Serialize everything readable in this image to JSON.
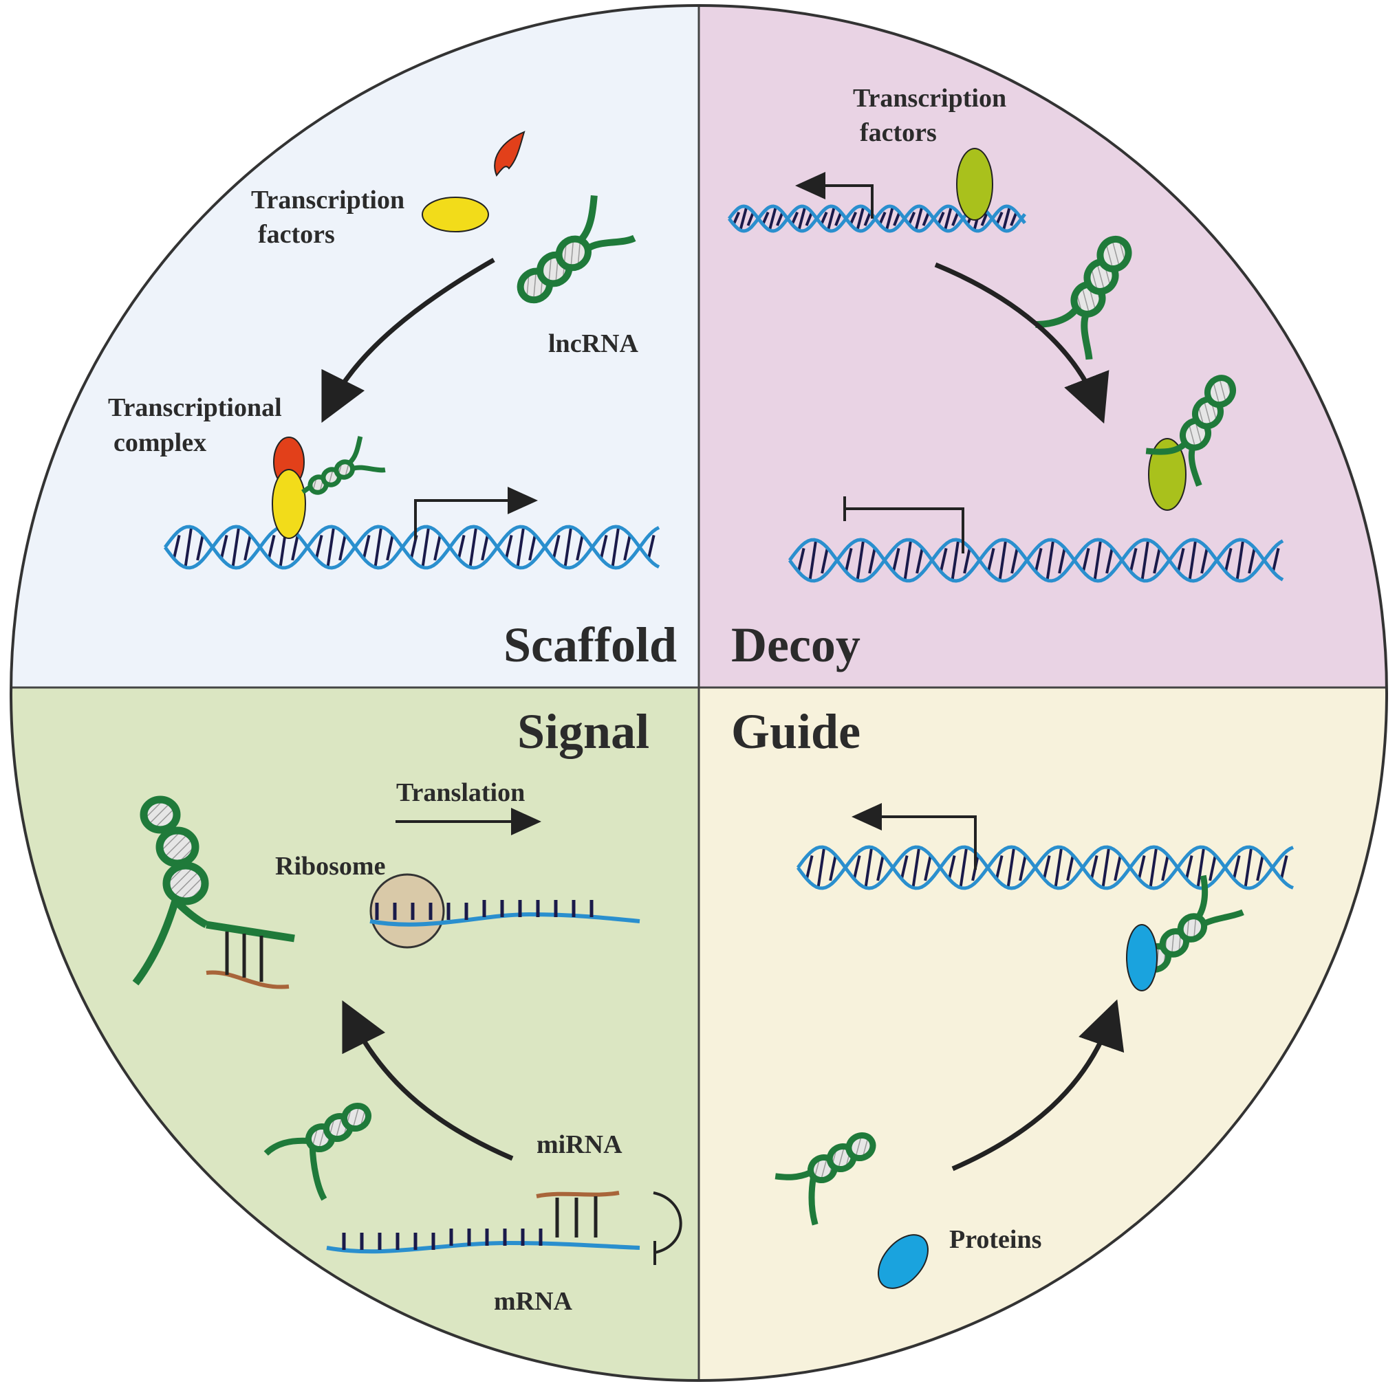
{
  "quadrants": {
    "scaffold": {
      "title": "Scaffold",
      "tf_line1": "Transcription",
      "tf_line2": "factors",
      "lncrna": "lncRNA",
      "complex_line1": "Transcriptional",
      "complex_line2": "complex"
    },
    "decoy": {
      "title": "Decoy",
      "tf_line1": "Transcription",
      "tf_line2": "factors"
    },
    "signal": {
      "title": "Signal",
      "translation": "Translation",
      "ribosome": "Ribosome",
      "mirna": "miRNA",
      "mrna": "mRNA"
    },
    "guide": {
      "title": "Guide",
      "proteins": "Proteins"
    }
  },
  "colors": {
    "scaffold_bg": "#eef3fa",
    "decoy_bg": "#e9d3e4",
    "signal_bg": "#dbe6c2",
    "guide_bg": "#f7f2dc",
    "dna_blue": "#2a8fce",
    "dna_rung": "#1a1a4a",
    "lncrna_green": "#1f7a3a",
    "tf_yellow": "#f2dc1a",
    "tf_red": "#e2401a",
    "tf_olive": "#a9c11c",
    "protein_blue": "#1aa3de",
    "mirna_brown": "#a8653a",
    "ribosome": "#d9c9a8",
    "arrow": "#222222"
  }
}
